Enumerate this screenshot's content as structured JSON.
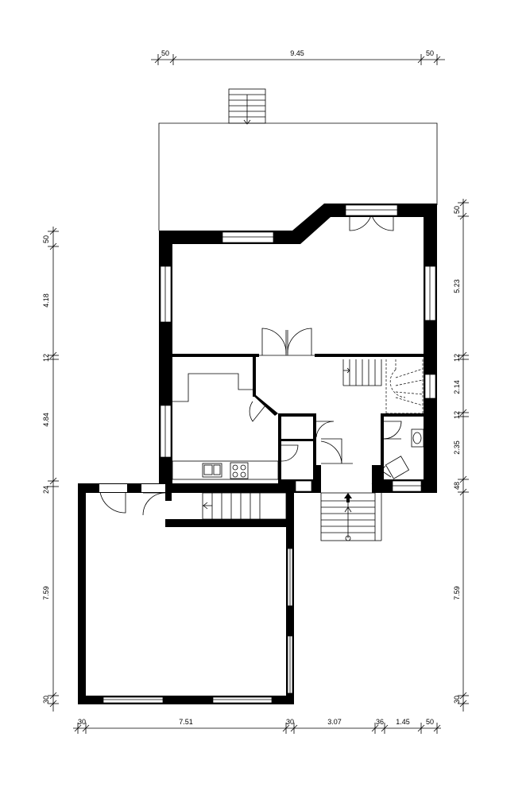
{
  "dimensions": {
    "top": [
      "50",
      "9.45",
      "50"
    ],
    "left": [
      "50",
      "4.18",
      "12",
      "4.84",
      "24",
      "7.59",
      "30"
    ],
    "right": [
      "50",
      "5.23",
      "12",
      "2.14",
      "12",
      "2.35",
      "48",
      "7.59",
      "30"
    ],
    "bottom": [
      "30",
      "7.51",
      "30",
      "3.07",
      "36",
      "1.45",
      "50"
    ]
  }
}
